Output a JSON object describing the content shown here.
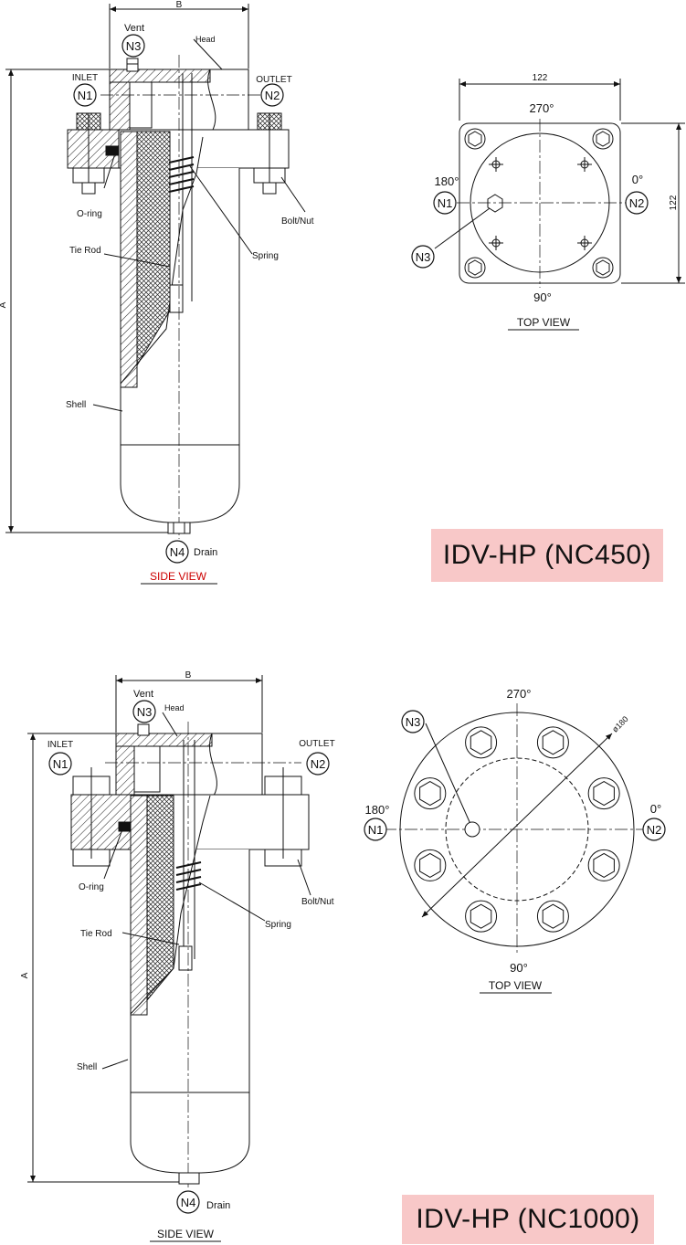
{
  "upper": {
    "side": {
      "dim_b": "B",
      "dim_a": "A",
      "vent": "Vent",
      "head": "Head",
      "inlet": "INLET",
      "outlet": "OUTLET",
      "n1": "N1",
      "n2": "N2",
      "n3": "N3",
      "n4": "N4",
      "oring": "O-ring",
      "bolt_nut": "Bolt/Nut",
      "tie_rod": "Tie Rod",
      "spring": "Spring",
      "shell": "Shell",
      "drain": "Drain",
      "view_title": "SIDE VIEW"
    },
    "top": {
      "dim_w": "122",
      "dim_h": "122",
      "a270": "270°",
      "a180": "180°",
      "a0": "0°",
      "a90": "90°",
      "n1": "N1",
      "n2": "N2",
      "n3": "N3",
      "view_title": "TOP VIEW"
    },
    "model": "IDV-HP (NC450)"
  },
  "lower": {
    "side": {
      "dim_b": "B",
      "dim_a": "A",
      "vent": "Vent",
      "head": "Head",
      "inlet": "INLET",
      "outlet": "OUTLET",
      "n1": "N1",
      "n2": "N2",
      "n3": "N3",
      "n4": "N4",
      "oring": "O-ring",
      "bolt_nut": "Bolt/Nut",
      "tie_rod": "Tie Rod",
      "spring": "Spring",
      "shell": "Shell",
      "drain": "Drain",
      "view_title": "SIDE VIEW"
    },
    "top": {
      "diameter": "ø180",
      "a270": "270°",
      "a180": "180°",
      "a0": "0°",
      "a90": "90°",
      "n1": "N1",
      "n2": "N2",
      "n3": "N3",
      "view_title": "TOP VIEW"
    },
    "model": "IDV-HP (NC1000)"
  },
  "colors": {
    "line": "#111111",
    "badge": "#f8c8c8",
    "upper_side_title": "#cc0000"
  }
}
